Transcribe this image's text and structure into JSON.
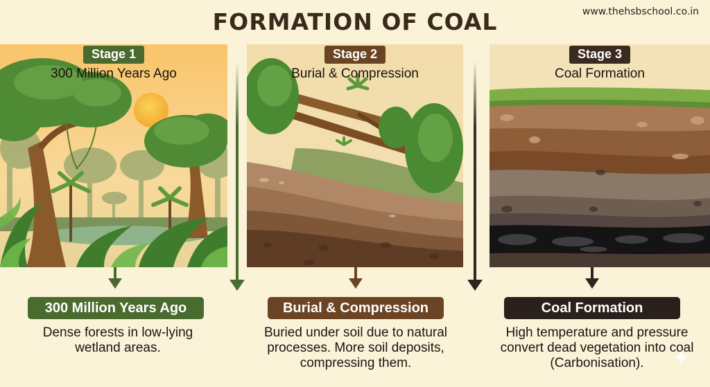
{
  "header": {
    "title": "FORMATION OF COAL",
    "website": "www.thehsbschool.co.in"
  },
  "stages": [
    {
      "badge": "Stage 1",
      "subtitle": "300 Million Years Ago",
      "label": "300 Million Years Ago",
      "description_lines": [
        "Dense forests in low-lying",
        "wetland areas."
      ],
      "illustration": "prehistoric-forest-scene",
      "color": "#4a6b2e"
    },
    {
      "badge": "Stage 2",
      "subtitle": "Burial & Compression",
      "label": "Burial & Compression",
      "description_lines": [
        "Buried under soil due to natural",
        "processes. More soil deposits,",
        "compressing them."
      ],
      "illustration": "fallen-trees-buried-in-soil",
      "color": "#6b4423"
    },
    {
      "badge": "Stage 3",
      "subtitle": "Coal Formation",
      "label": "Coal Formation",
      "description_lines": [
        "High temperature and pressure",
        "convert dead vegetation into coal",
        "(Carbonisation)."
      ],
      "illustration": "soil-layers-with-coal-seam",
      "color": "#2e2420"
    }
  ],
  "connectors": [
    {
      "from": "stage-1",
      "to": "stage-2",
      "color": "#4a6b2e"
    },
    {
      "from": "stage-2",
      "to": "stage-3",
      "color": "#2e2420"
    }
  ],
  "decor": {
    "sparkle_icon": "✦"
  }
}
